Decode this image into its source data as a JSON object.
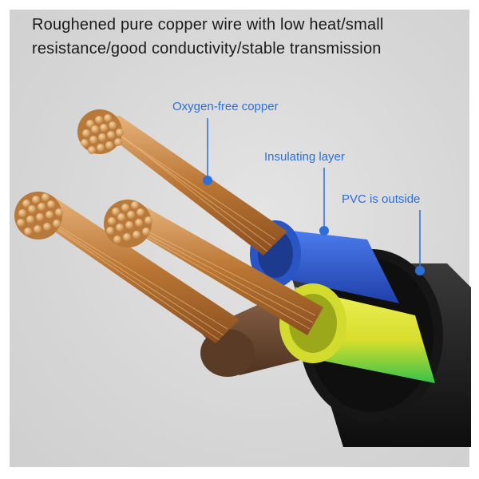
{
  "headline": {
    "line1": "Roughened pure copper wire with low heat/small",
    "line2": "resistance/good conductivity/stable transmission"
  },
  "callouts": {
    "copper": "Oxygen-free copper",
    "insulation": "Insulating layer",
    "pvc": "PVC is outside"
  },
  "colors": {
    "callout": "#2d6fd6",
    "copper": "#c98a4a",
    "blue_insulation": "#2f5fd0",
    "yellow_green_insulation": "#d7e22a",
    "brown_insulation": "#6e4a30",
    "pvc_sheath": "#1c1c1c"
  }
}
